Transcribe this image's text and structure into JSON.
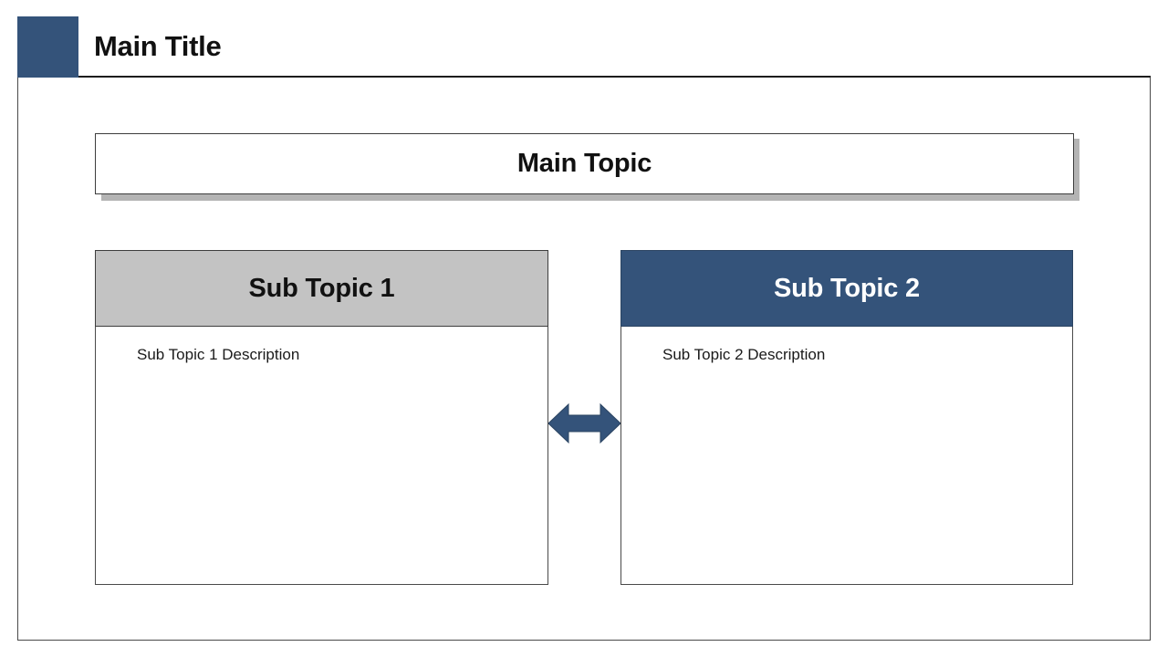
{
  "slide": {
    "title": "Main Title",
    "accent_color": "#34537a",
    "banner": {
      "label": "Main Topic",
      "fill": "#ffffff",
      "text_color": "#111111",
      "shadow_color": "#b4b4b4"
    },
    "columns": [
      {
        "header": "Sub Topic 1",
        "header_fill": "#c3c3c3",
        "header_text_color": "#111111",
        "body": "Sub Topic 1 Description"
      },
      {
        "header": "Sub Topic 2",
        "header_fill": "#34537a",
        "header_text_color": "#ffffff",
        "body": "Sub Topic 2 Description"
      }
    ],
    "connector": {
      "icon": "double-arrow-horizontal-icon",
      "color": "#34537a"
    }
  }
}
